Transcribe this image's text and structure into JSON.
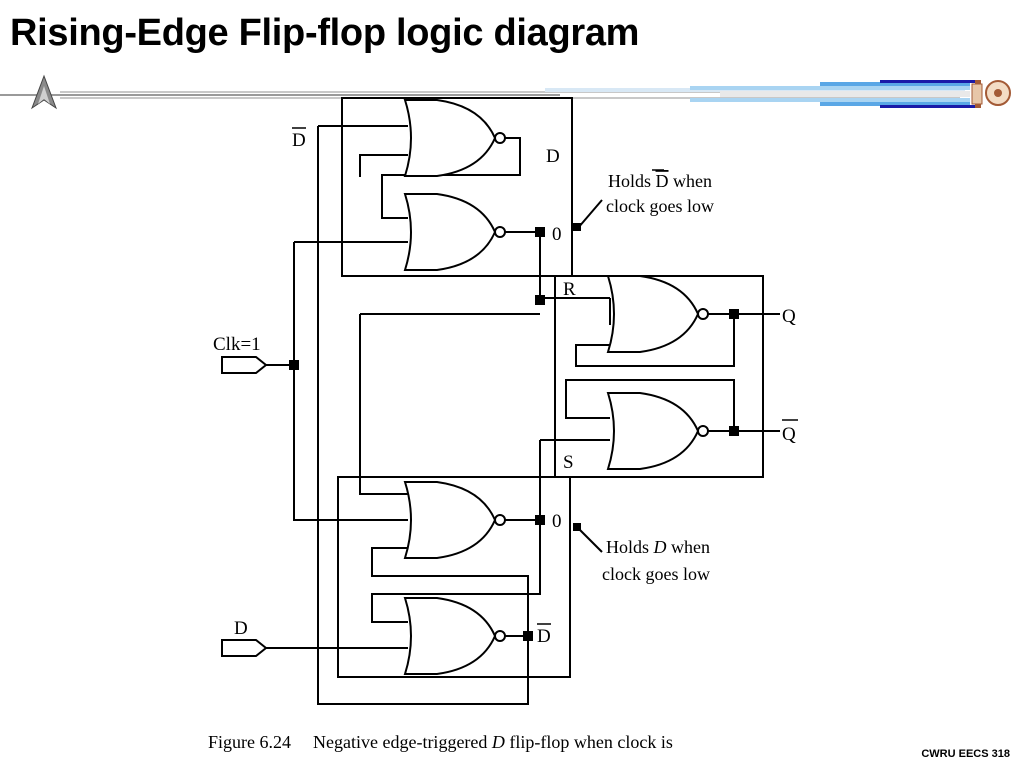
{
  "slide": {
    "title": "Rising-Edge Flip-flop logic diagram",
    "footer": "CWRU EECS 318"
  },
  "diagram": {
    "labels": {
      "d_bar_top_in": "D",
      "d_top_out": "D",
      "node_upper_0": "0",
      "clk_input": "Clk=1",
      "d_input": "D",
      "node_lower_0": "0",
      "d_bar_lower_out": "D",
      "r_label": "R",
      "s_label": "S",
      "q_output": "Q",
      "q_bar_output": "Q"
    },
    "annotations": {
      "upper_line1_pre": "Holds ",
      "upper_line1_d": "D",
      "upper_line1_post": " when",
      "upper_line2": "clock goes low",
      "lower_line1_pre": "Holds ",
      "lower_line1_d": "D",
      "lower_line1_post": " when",
      "lower_line2": "clock goes low"
    },
    "caption": {
      "figure": "Figure 6.24",
      "text_pre": "Negative edge-triggered ",
      "text_d": "D",
      "text_post": " flip-flop when clock is"
    }
  },
  "colors": {
    "ink": "#000000",
    "rule_dark_blue": "#1a1aa8",
    "rule_light_blue": "#8fc8f0",
    "rule_gray": "#9a9a9a"
  },
  "icons": {
    "left_emblem": "starfleet-insignia-icon",
    "right_emblem": "starship-icon"
  }
}
